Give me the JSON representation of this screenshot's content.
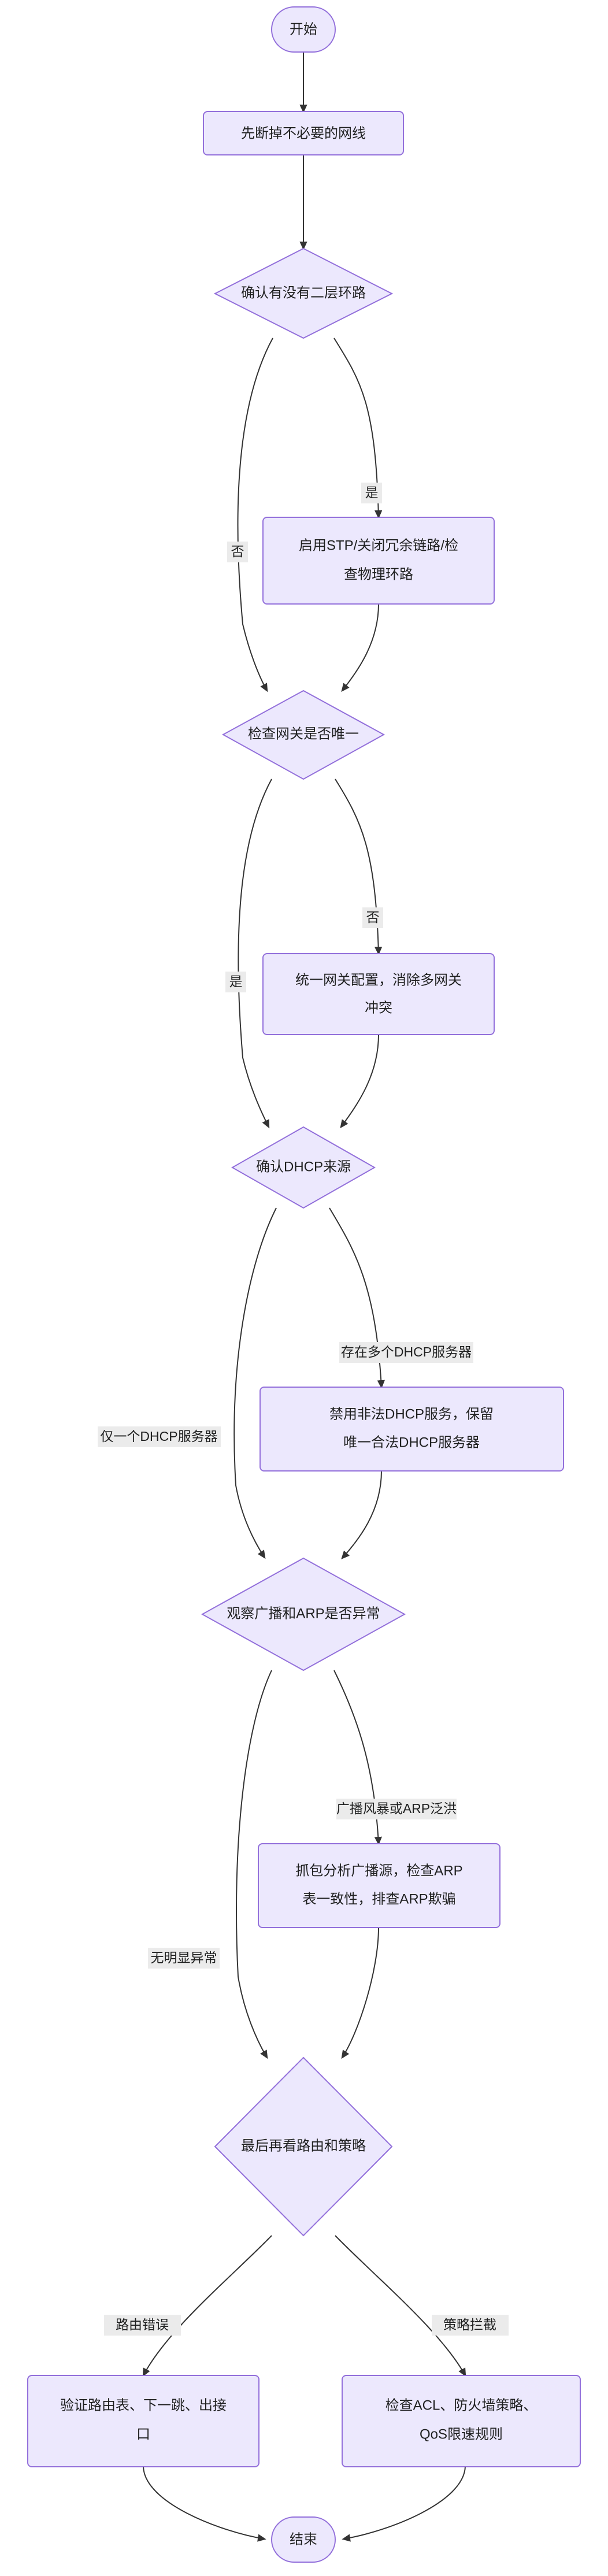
{
  "diagram": {
    "type": "flowchart",
    "direction": "top-down",
    "title": "",
    "theme": {
      "node_fill": "#ECE8FD",
      "node_stroke": "#9370DB",
      "edge_stroke": "#333333",
      "edge_label_bg": "#ebebeb",
      "text_color": "#1f2020",
      "background": "#ffffff"
    },
    "nodes": [
      {
        "id": "start",
        "shape": "stadium",
        "label": "开始"
      },
      {
        "id": "cut",
        "shape": "rect",
        "label": "先断掉不必要的网线"
      },
      {
        "id": "loop",
        "shape": "diamond",
        "label": "确认有没有二层环路"
      },
      {
        "id": "stp",
        "shape": "rect",
        "label_lines": [
          "启用STP/关闭冗余链路/检",
          "查物理环路"
        ],
        "label": "启用STP/关闭冗余链路/检查物理环路"
      },
      {
        "id": "gw",
        "shape": "diamond",
        "label": "检查网关是否唯一"
      },
      {
        "id": "gwfix",
        "shape": "rect",
        "label_lines": [
          "统一网关配置，消除多网关",
          "冲突"
        ],
        "label": "统一网关配置，消除多网关冲突"
      },
      {
        "id": "dhcp",
        "shape": "diamond",
        "label": "确认DHCP来源"
      },
      {
        "id": "dhcpfix",
        "shape": "rect",
        "label_lines": [
          "禁用非法DHCP服务，保留",
          "唯一合法DHCP服务器"
        ],
        "label": "禁用非法DHCP服务，保留唯一合法DHCP服务器"
      },
      {
        "id": "arp",
        "shape": "diamond",
        "label": "观察广播和ARP是否异常"
      },
      {
        "id": "arpfix",
        "shape": "rect",
        "label_lines": [
          "抓包分析广播源，检查ARP",
          "表一致性，排查ARP欺骗"
        ],
        "label": "抓包分析广播源，检查ARP表一致性，排查ARP欺骗"
      },
      {
        "id": "route",
        "shape": "diamond",
        "label": "最后再看路由和策略"
      },
      {
        "id": "routefix",
        "shape": "rect",
        "label_lines": [
          "验证路由表、下一跳、出接",
          "口"
        ],
        "label": "验证路由表、下一跳、出接口"
      },
      {
        "id": "policyfix",
        "shape": "rect",
        "label_lines": [
          "检查ACL、防火墙策略、",
          "QoS限速规则"
        ],
        "label": "检查ACL、防火墙策略、QoS限速规则"
      },
      {
        "id": "end",
        "shape": "stadium",
        "label": "结束"
      }
    ],
    "edges": [
      {
        "from": "start",
        "to": "cut",
        "label": ""
      },
      {
        "from": "cut",
        "to": "loop",
        "label": ""
      },
      {
        "from": "loop",
        "to": "stp",
        "label": "是"
      },
      {
        "from": "loop",
        "to": "gw",
        "label": "否"
      },
      {
        "from": "stp",
        "to": "gw",
        "label": ""
      },
      {
        "from": "gw",
        "to": "gwfix",
        "label": "否"
      },
      {
        "from": "gw",
        "to": "dhcp",
        "label": "是"
      },
      {
        "from": "gwfix",
        "to": "dhcp",
        "label": ""
      },
      {
        "from": "dhcp",
        "to": "dhcpfix",
        "label": "存在多个DHCP服务器"
      },
      {
        "from": "dhcp",
        "to": "arp",
        "label": "仅一个DHCP服务器"
      },
      {
        "from": "dhcpfix",
        "to": "arp",
        "label": ""
      },
      {
        "from": "arp",
        "to": "arpfix",
        "label": "广播风暴或ARP泛洪"
      },
      {
        "from": "arp",
        "to": "route",
        "label": "无明显异常"
      },
      {
        "from": "arpfix",
        "to": "route",
        "label": ""
      },
      {
        "from": "route",
        "to": "routefix",
        "label": "路由错误"
      },
      {
        "from": "route",
        "to": "policyfix",
        "label": "策略拦截"
      },
      {
        "from": "routefix",
        "to": "end",
        "label": ""
      },
      {
        "from": "policyfix",
        "to": "end",
        "label": ""
      }
    ]
  }
}
